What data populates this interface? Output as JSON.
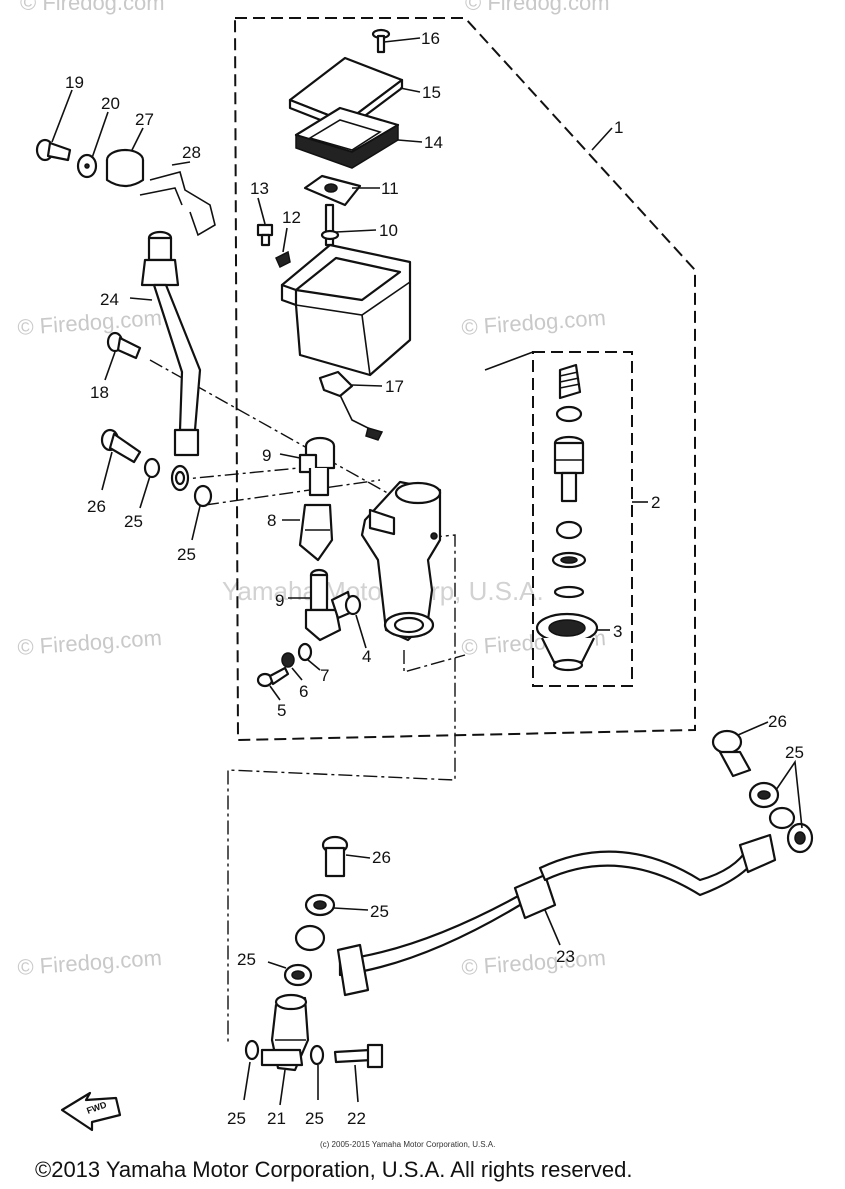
{
  "watermark": {
    "site": "© Firedog.com",
    "company": "Yamaha Motor Corp, U.S.A."
  },
  "part_numbers": [
    "1",
    "2",
    "3",
    "4",
    "5",
    "6",
    "7",
    "8",
    "9",
    "9",
    "10",
    "11",
    "12",
    "13",
    "14",
    "15",
    "16",
    "17",
    "18",
    "19",
    "20",
    "21",
    "22",
    "23",
    "24",
    "25",
    "25",
    "25",
    "25",
    "25",
    "25",
    "25",
    "26",
    "26",
    "26",
    "27",
    "28"
  ],
  "callouts": {
    "p1": "1",
    "p2": "2",
    "p3": "3",
    "p4": "4",
    "p5": "5",
    "p6": "6",
    "p7": "7",
    "p8": "8",
    "p9a": "9",
    "p9b": "9",
    "p10": "10",
    "p11": "11",
    "p12": "12",
    "p13": "13",
    "p14": "14",
    "p15": "15",
    "p16": "16",
    "p17": "17",
    "p18": "18",
    "p19": "19",
    "p20": "20",
    "p21": "21",
    "p22": "22",
    "p23": "23",
    "p24": "24",
    "p25a": "25",
    "p25b": "25",
    "p25c": "25",
    "p25d": "25",
    "p25e": "25",
    "p25f": "25",
    "p25g": "25",
    "p26a": "26",
    "p26b": "26",
    "p26c": "26",
    "p27": "27",
    "p28": "28"
  },
  "direction_marker": "FWD",
  "small_copyright": "(c) 2005-2015 Yamaha Motor Corporation, U.S.A.",
  "footer_copyright": "©2013 Yamaha Motor Corporation, U.S.A. All rights reserved."
}
